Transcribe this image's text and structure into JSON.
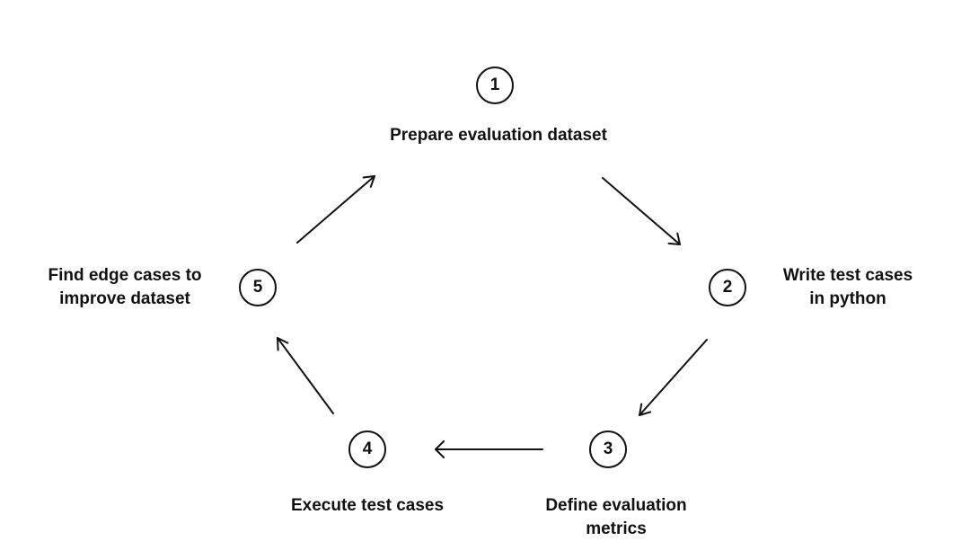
{
  "steps": [
    {
      "number": "1",
      "label": "Prepare evaluation dataset"
    },
    {
      "number": "2",
      "label": "Write test cases\nin python"
    },
    {
      "number": "3",
      "label": "Define evaluation\nmetrics"
    },
    {
      "number": "4",
      "label": "Execute test cases"
    },
    {
      "number": "5",
      "label": "Find edge cases to\nimprove  dataset"
    }
  ],
  "colors": {
    "stroke": "#111111",
    "background": "#ffffff"
  }
}
